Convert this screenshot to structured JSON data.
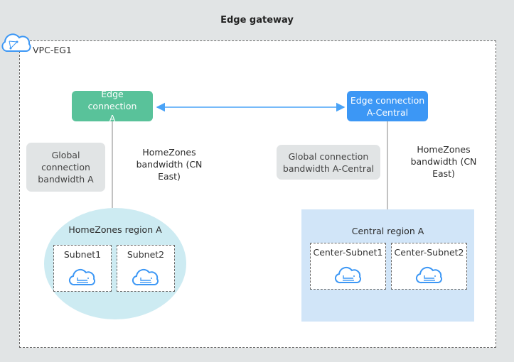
{
  "title": "Edge gateway",
  "vpc": {
    "label": "VPC-EG1",
    "icon": "vpc-cloud-icon"
  },
  "edge_connections": [
    {
      "label": "Edge connection A",
      "color": "#59c29a"
    },
    {
      "label": "Edge connection A-Central",
      "color": "#3c97f5"
    }
  ],
  "link": {
    "type": "bidirectional-arrow",
    "color": "#4aa3f7"
  },
  "global_bandwidths": [
    {
      "label": "Global connection bandwidth A"
    },
    {
      "label": "Global connection bandwidth A-Central"
    }
  ],
  "homezones_bandwidths": [
    {
      "label": "HomeZones bandwidth (CN East)"
    },
    {
      "label": "HomeZones bandwidth (CN East)"
    }
  ],
  "regions": {
    "home": {
      "label": "HomeZones region A",
      "color": "#cdebf2",
      "subnets": [
        {
          "label": "Subnet1",
          "icon": "subnet-cloud-icon"
        },
        {
          "label": "Subnet2",
          "icon": "subnet-cloud-icon"
        }
      ]
    },
    "central": {
      "label": "Central region A",
      "color": "#d1e5f8",
      "subnets": [
        {
          "label": "Center-Subnet1",
          "icon": "subnet-cloud-icon"
        },
        {
          "label": "Center-Subnet2",
          "icon": "subnet-cloud-icon"
        }
      ]
    }
  },
  "colors": {
    "background": "#e1e4e5",
    "icon_blue": "#3c97f5",
    "dashed_border": "#666666",
    "connector": "#999999"
  }
}
